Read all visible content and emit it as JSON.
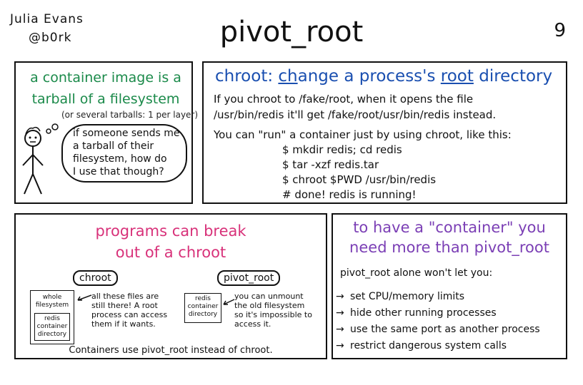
{
  "author": {
    "name": "Julia Evans",
    "handle": "@b0rk"
  },
  "title": "pivot_root",
  "page_number": "9",
  "panel1": {
    "title_line1": "a container image is a",
    "title_line2": "tarball of a filesystem",
    "subtitle": "(or several tarballs: 1 per layer)",
    "bubble_line1": "if someone sends me",
    "bubble_line2": "a tarball of their",
    "bubble_line3": "filesystem, how do",
    "bubble_line4": "I use that though?",
    "title_color": "#1b8a4a"
  },
  "panel2": {
    "title_prefix": "chroot: ",
    "title_ch": "ch",
    "title_mid1": "ange a process's ",
    "title_root": "root",
    "title_end": " directory",
    "body_line1": "If you chroot to /fake/root, when it opens the file",
    "body_line2": "/usr/bin/redis it'll get /fake/root/usr/bin/redis instead.",
    "body_line3": "You can \"run\" a container just by using chroot, like this:",
    "cmd1": "$ mkdir redis; cd redis",
    "cmd2": "$ tar -xzf redis.tar",
    "cmd3": "$ chroot $PWD /usr/bin/redis",
    "cmd4": "# done! redis is running!",
    "title_color": "#1a4fb0"
  },
  "panel3": {
    "title_line1": "programs can break",
    "title_line2": "out of a chroot",
    "chroot_label": "chroot",
    "pivot_label": "pivot_root",
    "whole_line1": "whole",
    "whole_line2": "filesystem",
    "inner_line1": "redis",
    "inner_line2": "container",
    "inner_line3": "directory",
    "redis_line1": "redis",
    "redis_line2": "container",
    "redis_line3": "directory",
    "chroot_note1": "all these files are",
    "chroot_note2": "still there! A root",
    "chroot_note3": "process can access",
    "chroot_note4": "them if it wants.",
    "pivot_note1": "you can unmount",
    "pivot_note2": "the old filesystem",
    "pivot_note3": "so it's impossible to",
    "pivot_note4": "access it.",
    "footer": "Containers use pivot_root instead of chroot.",
    "title_color": "#d8327a"
  },
  "panel4": {
    "title_line1": "to have a \"container\" you",
    "title_line2": "need more than pivot_root",
    "intro": "pivot_root alone won't let you:",
    "items": [
      "set CPU/memory limits",
      "hide other running processes",
      "use the same port as another process",
      "restrict dangerous system calls"
    ],
    "title_color": "#7b3fb5"
  }
}
